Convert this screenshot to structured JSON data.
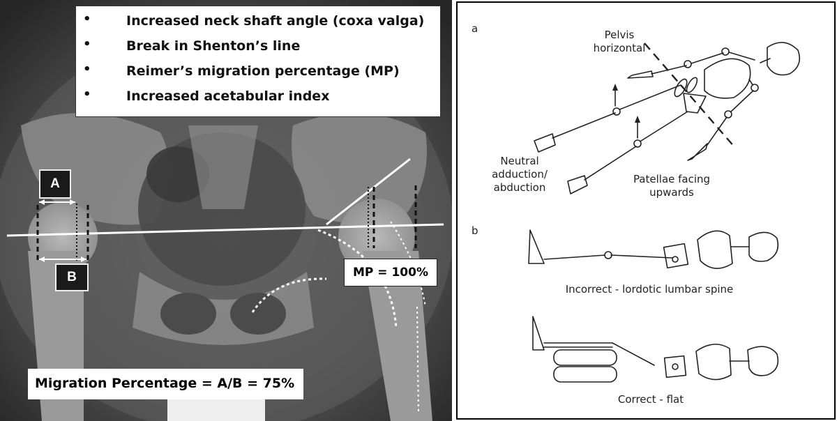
{
  "xray_panel": {
    "bullets": [
      {
        "symbol": "•",
        "text": "Increased neck shaft angle (coxa valga)"
      },
      {
        "symbol": "•",
        "text": "Break in Shenton’s line"
      },
      {
        "symbol": "•",
        "text": "Reimer’s migration percentage (MP)"
      },
      {
        "symbol": "•",
        "text": "Increased acetabular index"
      }
    ],
    "label_a": "A",
    "label_b": "B",
    "mp_label": "MP = 100%",
    "migration_label": "Migration Percentage = A/B = 75%",
    "colors": {
      "overlay": "#ffffff",
      "box_background": "#1a1a1a"
    }
  },
  "diagram_panel": {
    "section_a": {
      "letter": "a",
      "pelvis_label": [
        "Pelvis",
        "horizontal"
      ],
      "neutral_label": [
        "Neutral",
        "adduction/",
        "abduction"
      ],
      "patellae_label": [
        "Patellae facing",
        "upwards"
      ]
    },
    "section_b": {
      "letter": "b",
      "incorrect_caption": "Incorrect - lordotic lumbar spine",
      "correct_caption": "Correct - flat"
    }
  }
}
